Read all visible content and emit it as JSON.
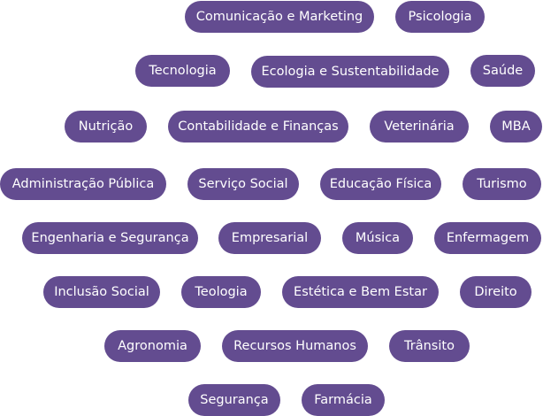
{
  "tags": [
    {
      "label": "Comunicação e Marketing"
    },
    {
      "label": "Psicologia"
    },
    {
      "label": "Tecnologia"
    },
    {
      "label": "Ecologia e Sustentabilidade"
    },
    {
      "label": "Saúde"
    },
    {
      "label": "Nutrição"
    },
    {
      "label": "Contabilidade e Finanças"
    },
    {
      "label": "Veterinária"
    },
    {
      "label": "MBA"
    },
    {
      "label": "Administração Pública"
    },
    {
      "label": "Serviço Social"
    },
    {
      "label": "Educação Física"
    },
    {
      "label": "Turismo"
    },
    {
      "label": "Engenharia e Segurança"
    },
    {
      "label": "Empresarial"
    },
    {
      "label": "Música"
    },
    {
      "label": "Enfermagem"
    },
    {
      "label": "Inclusão Social"
    },
    {
      "label": "Teologia"
    },
    {
      "label": "Estética e Bem Estar"
    },
    {
      "label": "Direito"
    },
    {
      "label": "Agronomia"
    },
    {
      "label": "Recursos Humanos"
    },
    {
      "label": "Trânsito"
    },
    {
      "label": "Segurança"
    },
    {
      "label": "Farmácia"
    }
  ],
  "colors": {
    "pill_background": "#634c90",
    "pill_text": "#ffffff"
  }
}
